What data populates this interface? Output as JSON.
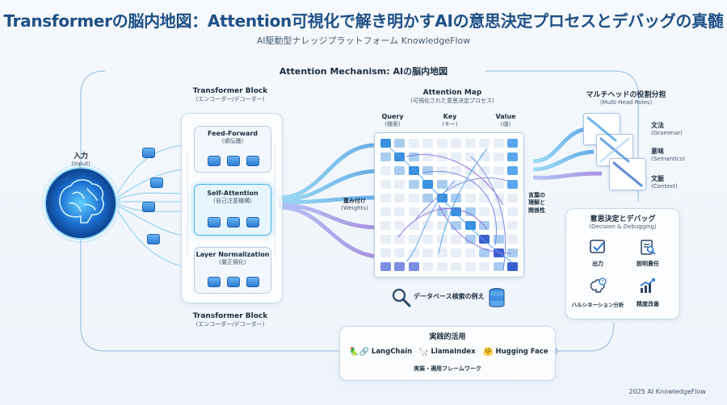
{
  "header": {
    "title": "Transformerの脳内地図：Attention可視化で解き明かすAIの意思決定プロセスとデバッグの真髄",
    "subtitle": "AI駆動型ナレッジプラットフォーム KnowledgeFlow"
  },
  "diagram": {
    "frame_title": "Attention Mechanism: AIの脳内地図",
    "input": {
      "label": "入力",
      "sub": "(Input)"
    },
    "transformer_block_top": {
      "label": "Transformer Block",
      "sub": "(エンコーダー/デコーダー)"
    },
    "transformer_block_bottom": {
      "label": "Transformer Block",
      "sub": "(エンコーダー/デコーダー)"
    },
    "layers": [
      {
        "label": "Feed-Forward",
        "sub": "(順伝播)"
      },
      {
        "label": "Self-Attention",
        "sub": "(自己注意機構)"
      },
      {
        "label": "Layer Normalization",
        "sub": "(層正規化)"
      }
    ],
    "attention_map": {
      "label": "Attention Map",
      "sub": "(可視化された意思決定プロセス)",
      "columns": [
        {
          "label": "Query",
          "sub": "(検索)"
        },
        {
          "label": "Key",
          "sub": "(キー)"
        },
        {
          "label": "Value",
          "sub": "(値)"
        }
      ],
      "weights_label": "重み付け",
      "weights_sub": "(Weights)",
      "right_note": "言葉の\n理解と\n関係性",
      "database_caption": "データベース検索の例え"
    },
    "multi_head": {
      "label": "マルチヘッドの役割分担",
      "sub": "(Multi-Head Roles)",
      "roles": [
        {
          "label": "文法",
          "sub": "(Grammar)"
        },
        {
          "label": "意味",
          "sub": "(Semantics)"
        },
        {
          "label": "文脈",
          "sub": "(Context)"
        }
      ]
    },
    "decision": {
      "label": "意思決定とデバッグ",
      "sub": "(Decision & Debugging)",
      "items": [
        {
          "label": "出力",
          "icon": "checkbox-icon"
        },
        {
          "label": "説明責任",
          "icon": "document-search-icon"
        },
        {
          "label": "ハルシネーション分析",
          "icon": "brain-question-icon"
        },
        {
          "label": "精度改善",
          "icon": "growth-chart-icon"
        }
      ]
    },
    "practical": {
      "label": "実践的活用",
      "frameworks": [
        "LangChain",
        "LlamaIndex",
        "Hugging Face"
      ],
      "caption": "実装・適用フレームワーク"
    }
  },
  "footer": {
    "text": "2025 AI KnowledgeFlow"
  },
  "colors": {
    "title": "#1f4f86",
    "accent": "#47b4e8",
    "purple": "#8a6ad8",
    "dark_blue": "#1f63b0"
  }
}
